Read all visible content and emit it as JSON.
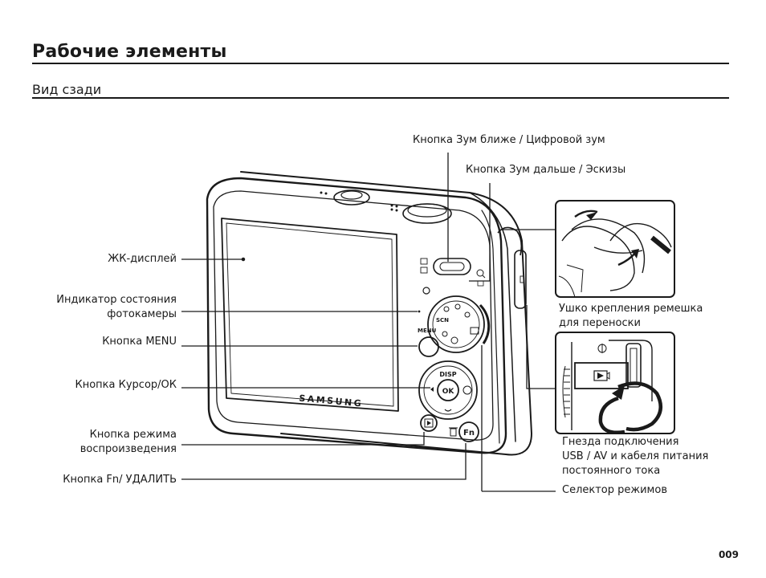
{
  "page": {
    "title": "Рабочие элементы",
    "section": "Вид сзади",
    "number": "009"
  },
  "camera": {
    "brand": "SAMSUNG",
    "buttons": {
      "disp": "DISP",
      "ok": "OK",
      "menu": "MENU",
      "fn": "Fn",
      "scn": "SCN"
    }
  },
  "labels": {
    "zoom_in": "Кнопка Зум ближе / Цифровой зум",
    "zoom_out": "Кнопка Зум дальше / Эскизы",
    "lcd": "ЖК-дисплей",
    "status_1": "Индикатор состояния",
    "status_2": "фотокамеры",
    "menu": "Кнопка MENU",
    "cursor_ok": "Кнопка Курсор/ОК",
    "play_1": "Кнопка режима",
    "play_2": "воспроизведения",
    "fn_delete": "Кнопка Fn/ УДАЛИТЬ",
    "strap_1": "Ушко крепления ремешка",
    "strap_2": "для переноски",
    "ports_1": "Гнезда подключения",
    "ports_2": "USB / AV и кабеля питания",
    "ports_3": "постоянного тока",
    "mode_dial": "Селектор режимов"
  }
}
